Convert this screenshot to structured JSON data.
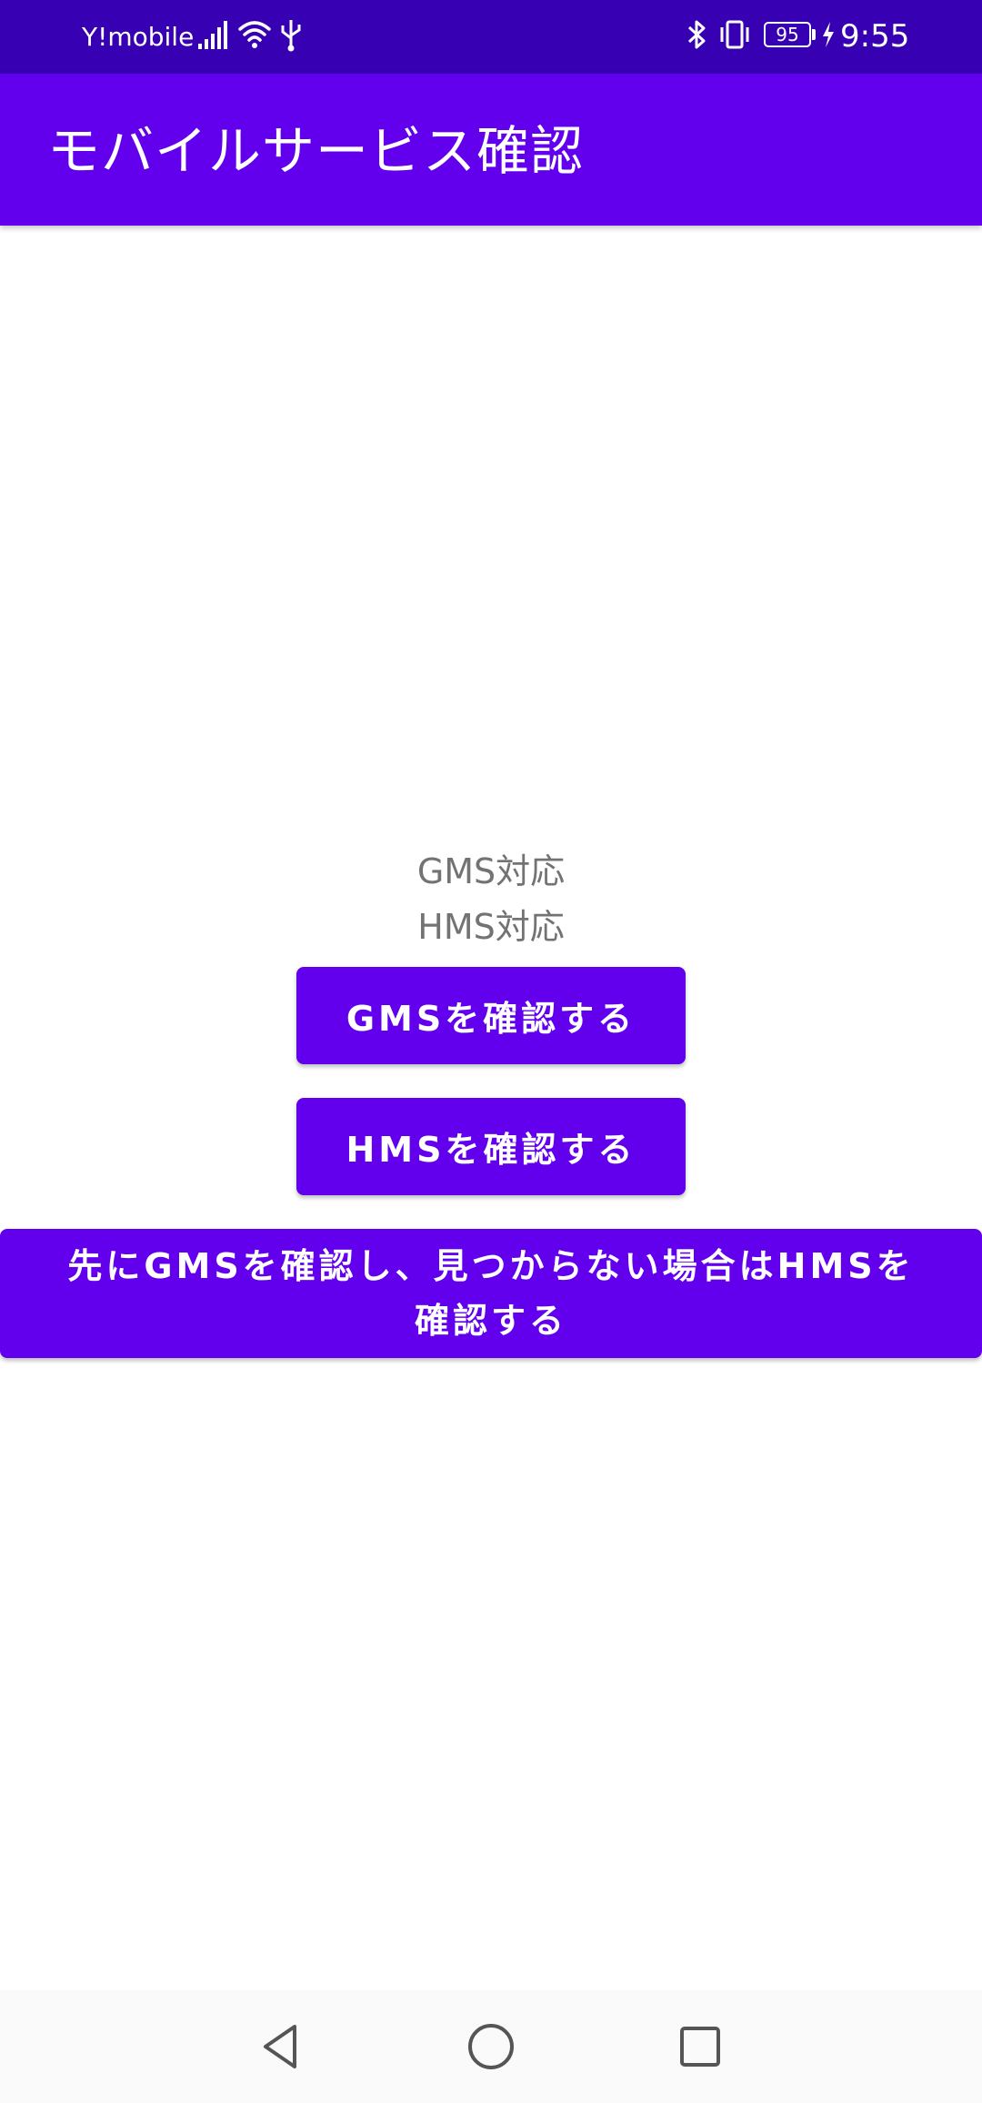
{
  "status_bar": {
    "carrier": "Y!mobile",
    "battery_level": "95",
    "time": "9:55",
    "icons": [
      "signal-icon",
      "wifi-icon",
      "usb-icon",
      "bluetooth-icon",
      "vibrate-icon",
      "battery-icon",
      "charging-icon"
    ]
  },
  "app_bar": {
    "title": "モバイルサービス確認"
  },
  "main": {
    "gms_status": "GMS対応",
    "hms_status": "HMS対応",
    "check_gms_label": "GMSを確認する",
    "check_hms_label": "HMSを確認する",
    "check_both_label": "先にGMSを確認し、見つからない場合はHMSを確認する"
  },
  "nav_bar": {
    "icons": [
      "back-icon",
      "home-icon",
      "recents-icon"
    ]
  },
  "colors": {
    "status_bar": "#3700B3",
    "primary": "#6200EE",
    "status_text": "#737373"
  }
}
